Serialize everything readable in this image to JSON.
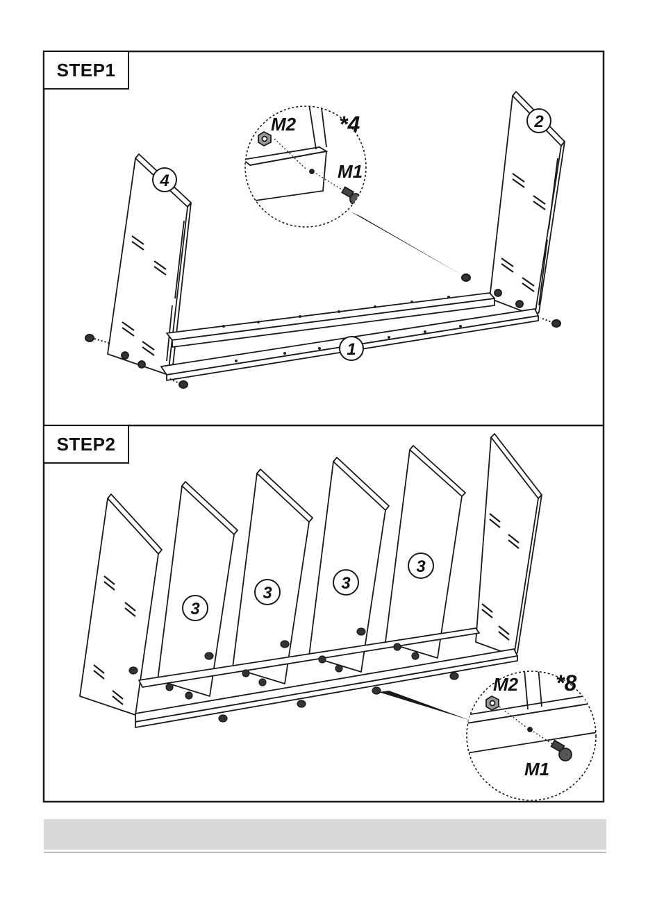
{
  "steps": [
    {
      "label": "STEP1",
      "detail": {
        "nut": "M2",
        "screw": "M1",
        "qty": "*4"
      },
      "parts": [
        "1",
        "2",
        "4"
      ]
    },
    {
      "label": "STEP2",
      "detail": {
        "nut": "M2",
        "screw": "M1",
        "qty": "*8"
      },
      "parts": [
        "3"
      ]
    }
  ],
  "colors": {
    "line": "#1a1a1a",
    "footer": "#d9d9d9"
  }
}
